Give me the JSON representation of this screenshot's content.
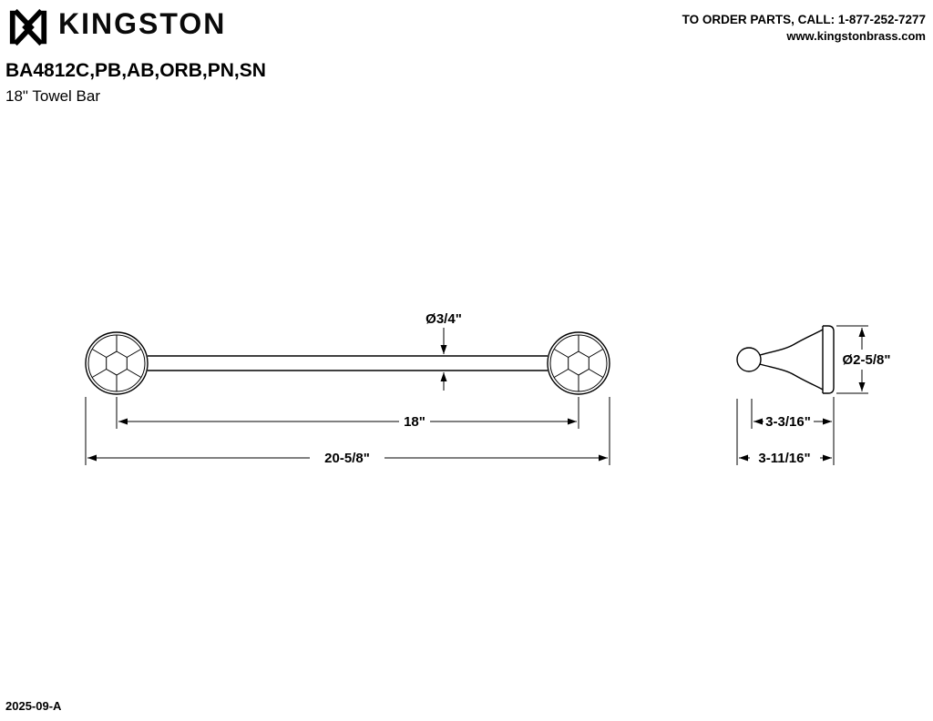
{
  "header": {
    "brand": "KINGSTON",
    "order_line": "TO ORDER PARTS, CALL: 1-877-252-7277",
    "website": "www.kingstonbrass.com"
  },
  "title": {
    "model": "BA4812C,PB,AB,ORB,PN,SN",
    "product": "18\" Towel Bar"
  },
  "drawing": {
    "front_view": {
      "bar_diameter": "Ø3/4\"",
      "center_to_center": "18\"",
      "overall_width": "20-5/8\""
    },
    "side_view": {
      "flange_diameter": "Ø2-5/8\"",
      "projection_to_bar_center": "3-3/16\"",
      "projection_overall": "3-11/16\""
    }
  },
  "footer": {
    "revision": "2025-09-A"
  }
}
